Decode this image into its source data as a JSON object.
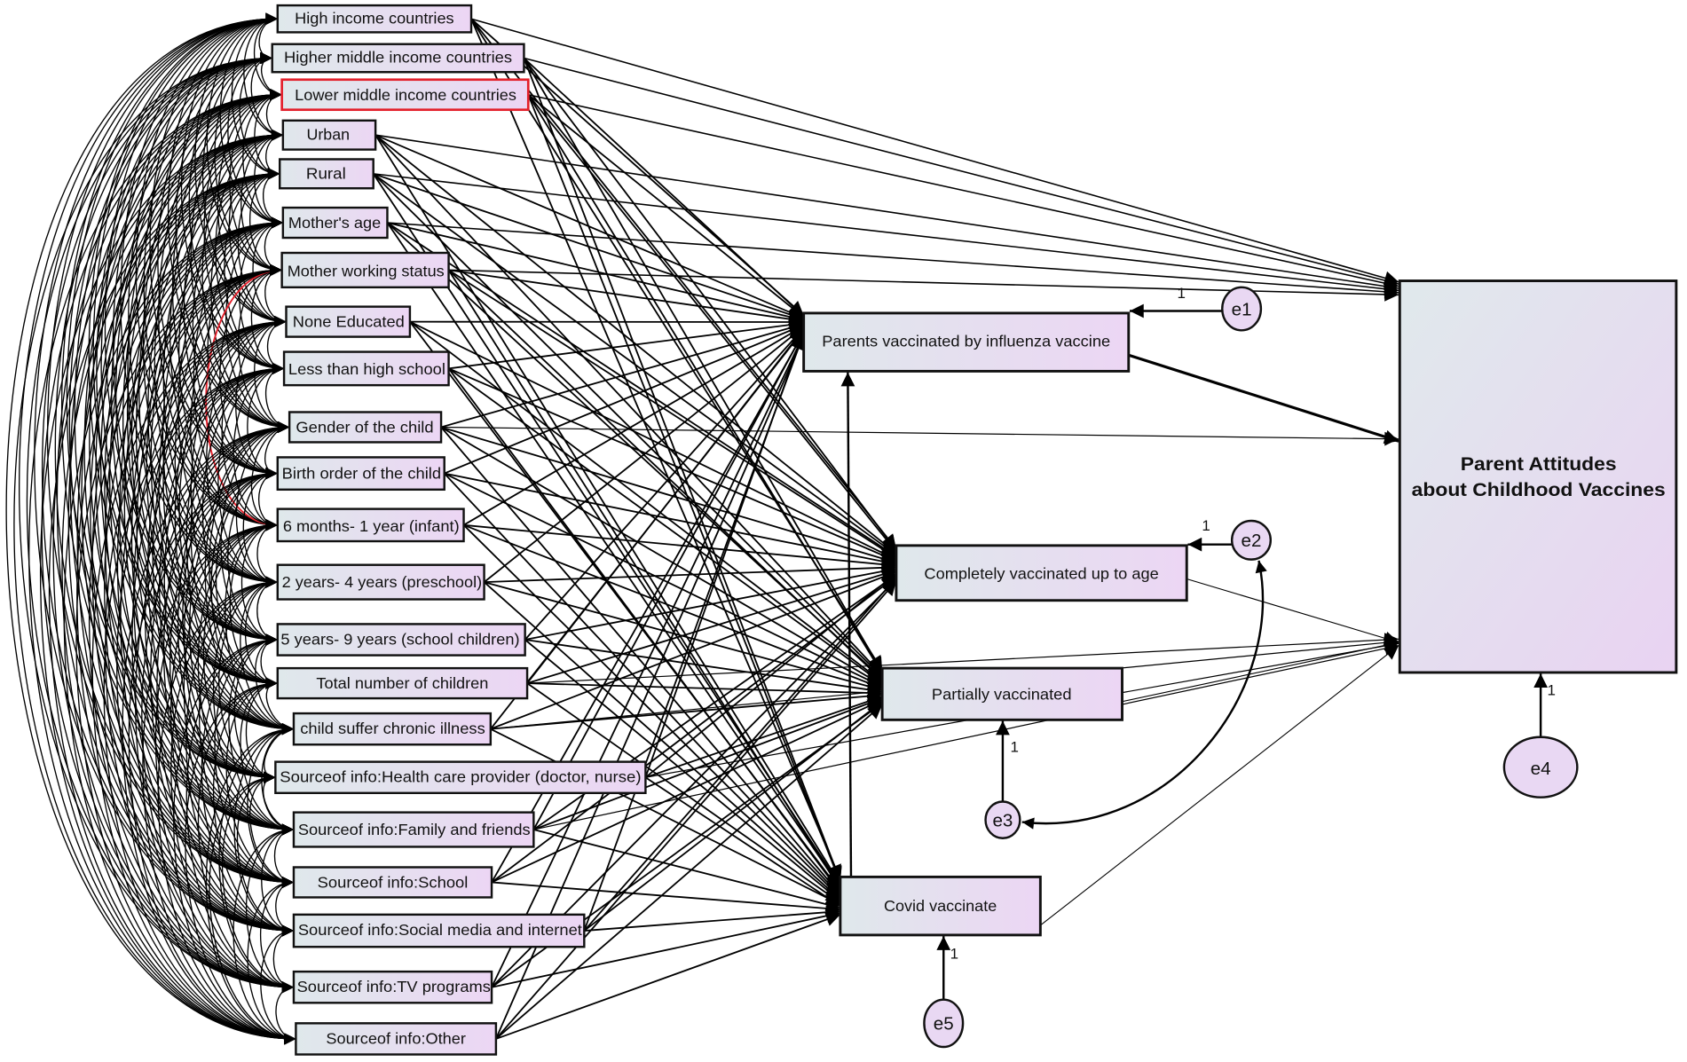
{
  "predictors": [
    "High income countries",
    "Higher middle income countries",
    "Lower middle income countries",
    "Urban",
    "Rural",
    "Mother's age",
    "Mother working status",
    "None Educated",
    "Less than high school",
    "Gender of the child",
    "Birth order of the child",
    "6 months- 1 year (infant)",
    "2 years- 4 years (preschool)",
    "5 years- 9 years (school children)",
    "Total number of children",
    "child suffer chronic illness",
    "Sourceof info:Health care provider (doctor, nurse)",
    "Sourceof info:Family and friends",
    "Sourceof info:School",
    "Sourceof info:Social media and internet",
    "Sourceof info:TV programs",
    "Sourceof info:Other"
  ],
  "mediators": {
    "influenza": "Parents vaccinated by influenza vaccine",
    "complete": "Completely vaccinated up to age",
    "partial": "Partially vaccinated",
    "covid": "Covid vaccinate"
  },
  "outcome": {
    "line1": "Parent Attitudes",
    "line2": "about Childhood Vaccines"
  },
  "errors": [
    {
      "name": "e1",
      "weight": "1"
    },
    {
      "name": "e2",
      "weight": "1"
    },
    {
      "name": "e3",
      "weight": "1"
    },
    {
      "name": "e4",
      "weight": "1"
    },
    {
      "name": "e5",
      "weight": "1"
    }
  ],
  "colors": {
    "box_gradient_start": "#dfe8eb",
    "box_gradient_end": "#ecd6f4",
    "outcome_gradient_start": "#e0e9ec",
    "outcome_gradient_end": "#e9d3f2",
    "highlight": "#e3202b",
    "error_fill": "#e9d8f3"
  }
}
